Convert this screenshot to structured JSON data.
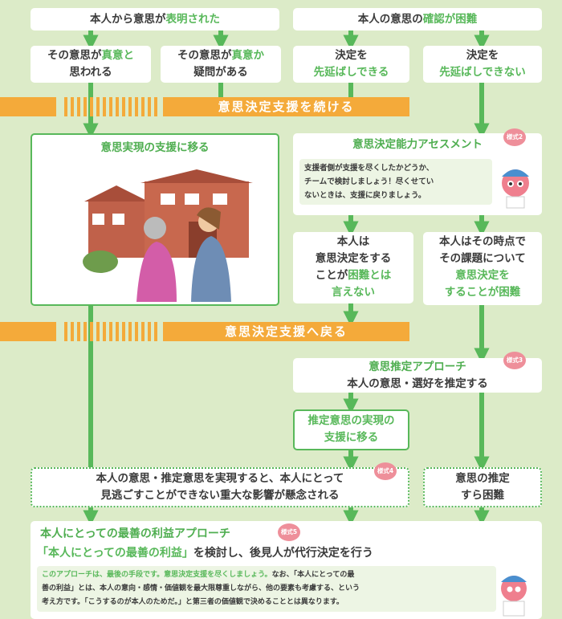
{
  "top": {
    "left": {
      "prefix": "本人から意思が",
      "accent": "表明された"
    },
    "right": {
      "prefix": "本人の意思の",
      "accent": "確認が困難"
    }
  },
  "row2": {
    "a": {
      "p1": "その意思が",
      "a1": "真意と",
      "l2": "思われる"
    },
    "b": {
      "p1": "その意思が",
      "a1": "真意か",
      "l2": "疑問がある"
    },
    "c": {
      "l1": "決定を",
      "l2": "先延ばしできる"
    },
    "d": {
      "l1": "決定を",
      "l2": "先延ばしできない"
    }
  },
  "band1": "意思決定支援を続ける",
  "band2": "意思決定支援へ戻る",
  "realize": {
    "title": "意思実現の支援に移る"
  },
  "assessment": {
    "title": "意思決定能力アセスメント",
    "badge": "様式2",
    "note": [
      "支援者側が支援を尽くしたかどうか、",
      "チームで検討しましょう！尽くせてい",
      "ないときは、支援に戻りましょう。"
    ]
  },
  "capA": {
    "l1": "本人は",
    "l2": "意思決定をする",
    "l3a": "ことが",
    "l3b": "困難とは",
    "l4": "言えない"
  },
  "capB": {
    "l1": "本人はその時点で",
    "l2": "その課題について",
    "l3": "意思決定を",
    "l4": "することが困難"
  },
  "estimate": {
    "title": "意思推定アプローチ",
    "sub": "本人の意思・選好を推定する",
    "badge": "様式3"
  },
  "estRealize": {
    "l1": "推定意思の実現の",
    "l2": "支援に移る"
  },
  "impact": {
    "l1": "本人の意思・推定意思を実現すると、本人にとって",
    "l2": "見逃ごすことができない重大な影響が懸念される",
    "badge": "様式4"
  },
  "hard": {
    "l1": "意思の推定",
    "l2": "すら困難"
  },
  "best": {
    "title": "本人にとっての最善の利益アプローチ",
    "badge": "様式5",
    "sub_accent": "「本人にとっての最善の利益」",
    "sub_rest": "を検討し、後見人が代行決定を行う",
    "note1_accent": "このアプローチは、最後の手段です。意思決定支援を尽くしましょう。",
    "note1_rest": "なお、「本人にとっての最",
    "note2": "善の利益」とは、本人の意向・感情・価値観を最大限尊重しながら、他の要素も考慮する、という",
    "note3": "考え方です。「こうするのが本人のためだ。」と第三者の価値観で決めることとは異なります。"
  }
}
